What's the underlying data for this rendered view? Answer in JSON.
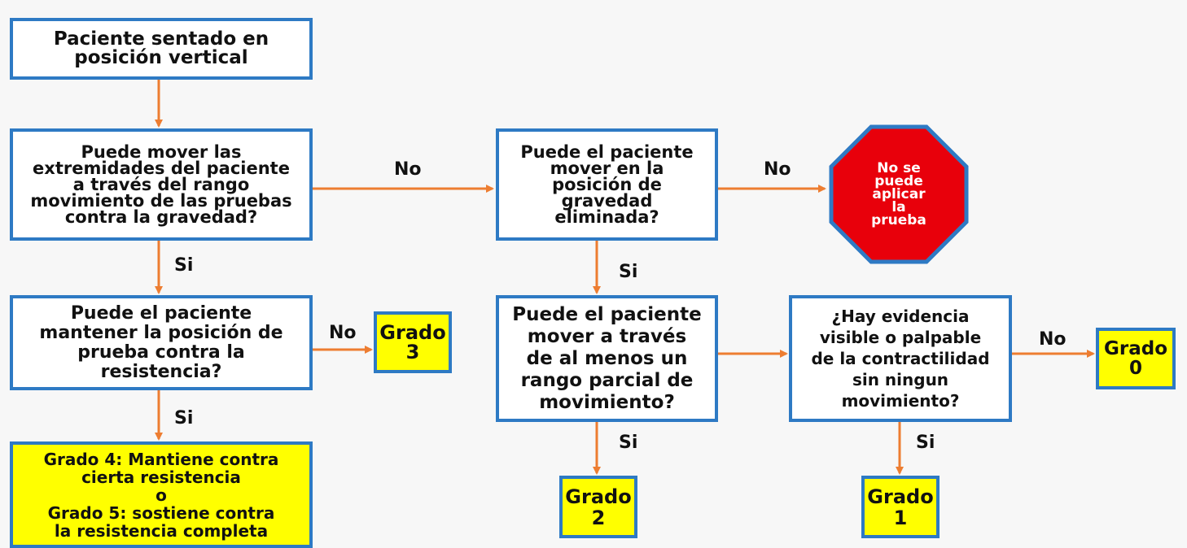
{
  "nodes": {
    "start": [
      "Paciente sentado en",
      "posición vertical"
    ],
    "q_gravity": [
      "Puede mover las",
      "extremidades del paciente",
      "a través del rango",
      "movimiento de las pruebas",
      "contra la gravedad?"
    ],
    "q_eliminated": [
      "Puede el paciente",
      "mover en la",
      "posición de",
      "gravedad",
      "eliminada?"
    ],
    "stop": [
      "No se",
      "puede",
      "aplicar",
      "la",
      "prueba"
    ],
    "q_resist": [
      "Puede el paciente",
      "mantener la posición de",
      "prueba contra la",
      "resistencia?"
    ],
    "grade3": [
      "Grado",
      "3"
    ],
    "q_partial": [
      "Puede el paciente",
      "mover a través",
      "de al menos un",
      "rango parcial de",
      "movimiento?"
    ],
    "q_evidence": [
      "¿Hay evidencia",
      "visible o palpable",
      "de la contractilidad",
      "sin ningun",
      "movimiento?"
    ],
    "grade0": [
      "Grado",
      "0"
    ],
    "grade45": [
      "Grado 4: Mantiene contra",
      "cierta resistencia",
      "o",
      "Grado 5: sostiene contra",
      "la resistencia completa"
    ],
    "grade2": [
      "Grado",
      "2"
    ],
    "grade1": [
      "Grado",
      "1"
    ]
  },
  "edge_labels": {
    "no_1": "No",
    "no_2": "No",
    "si_1": "Si",
    "si_2": "Si",
    "no_3": "No",
    "si_3": "Si",
    "si_4": "Si",
    "si_5": "Si",
    "no_4": "No"
  },
  "colors": {
    "box_border": "#2e7ac4",
    "arrow": "#ed7d31",
    "highlight": "#ffff00",
    "stop_fill": "#e8000b"
  }
}
